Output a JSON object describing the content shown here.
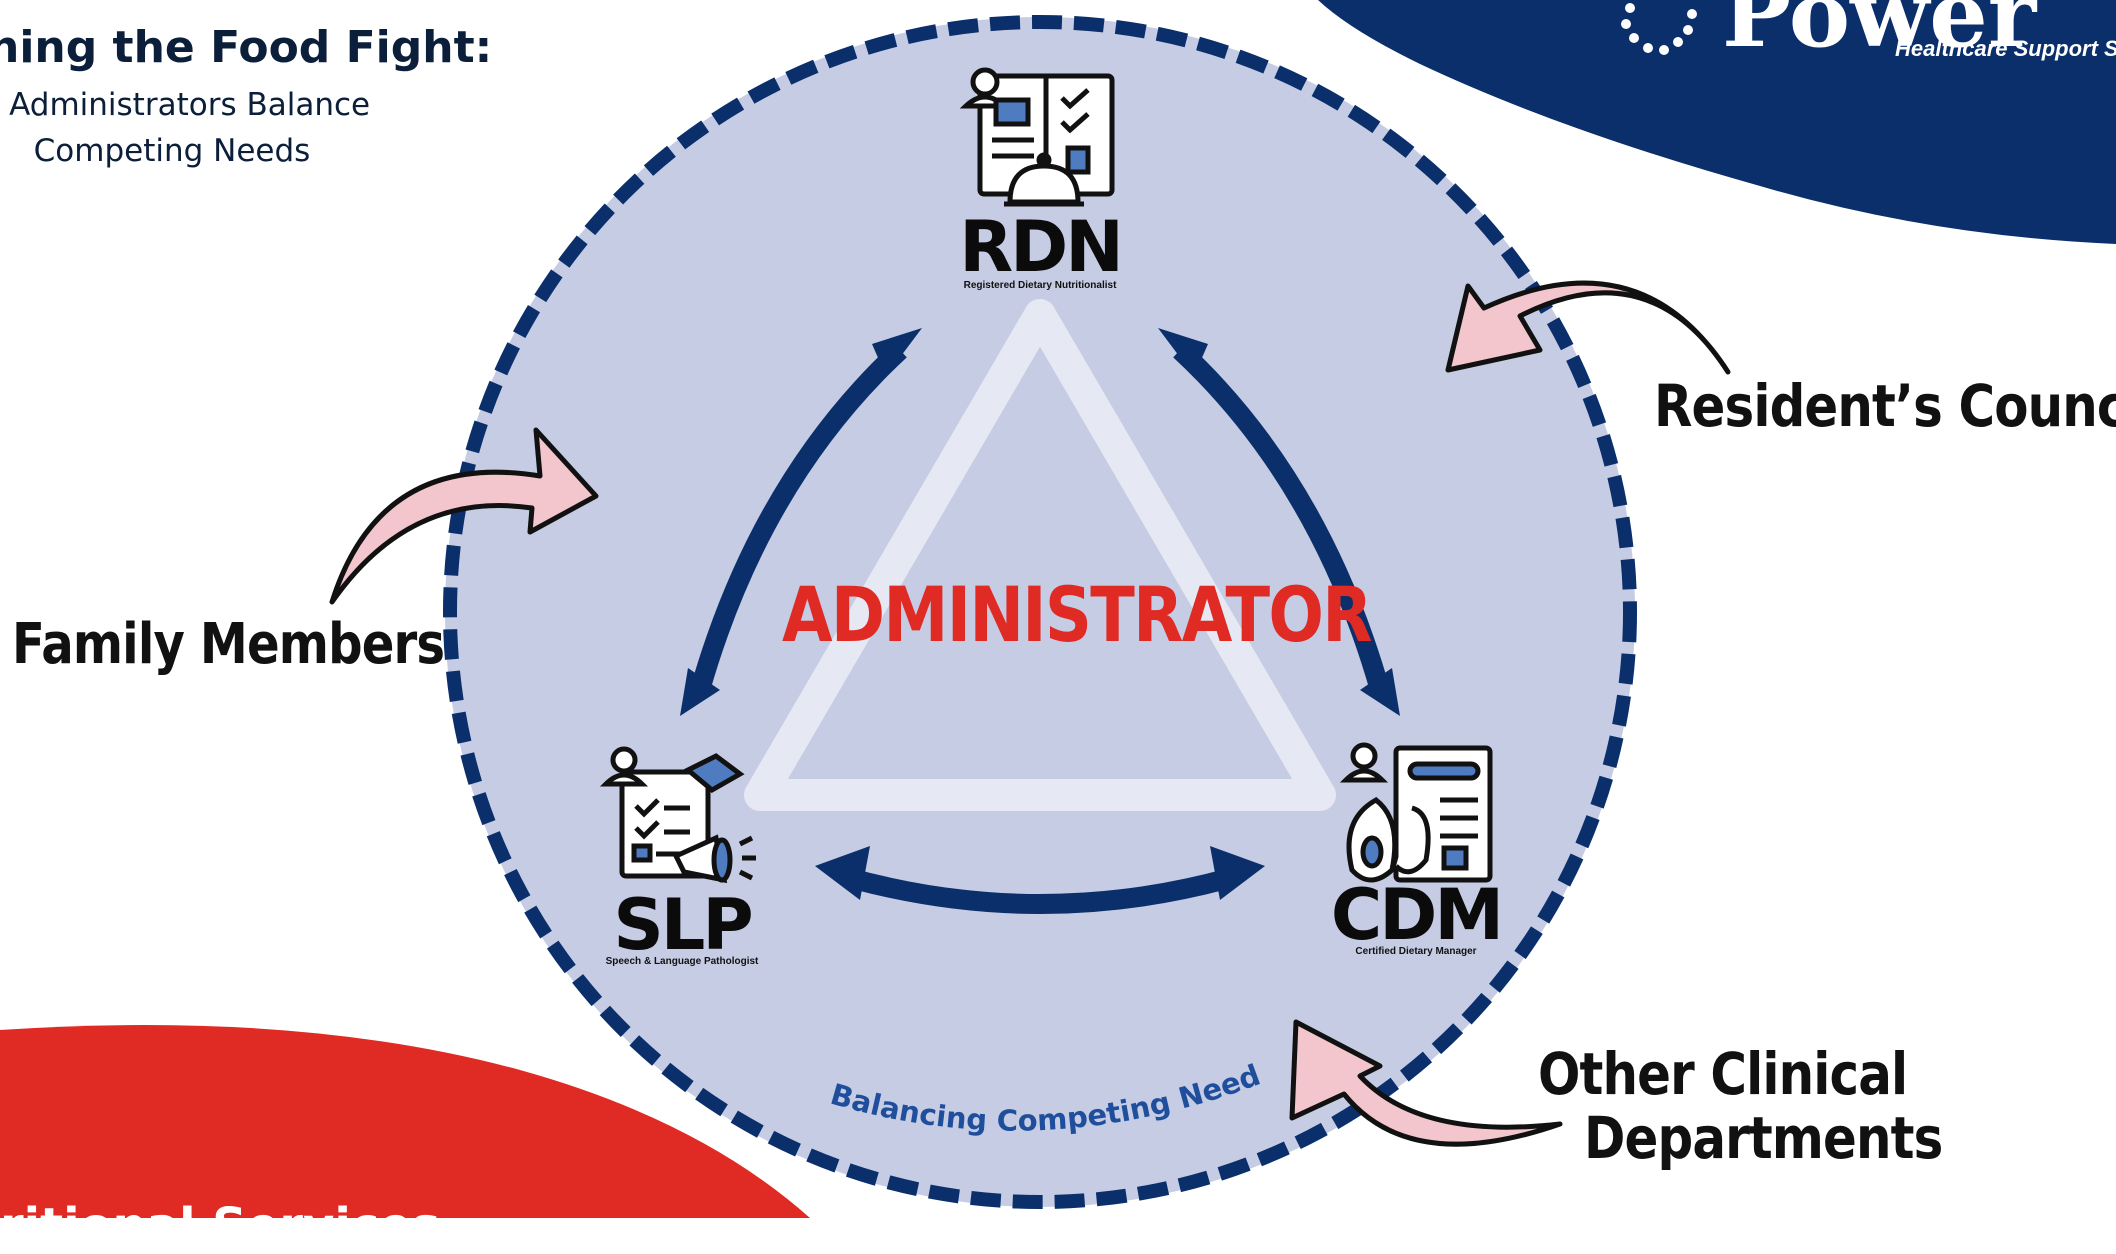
{
  "header": {
    "title": "ning the Food Fight:",
    "subtitle_line1": "w Administrators Balance",
    "subtitle_line2": "Competing Needs"
  },
  "logo": {
    "name": "Power",
    "tagline": "Healthcare Support S"
  },
  "center": {
    "label": "ADMINISTRATOR",
    "ring_caption": "Balancing Competing Needs"
  },
  "roles": {
    "rdn": {
      "abbr": "RDN",
      "full": "Registered Dietary Nutritionalist"
    },
    "slp": {
      "abbr": "SLP",
      "full": "Speech & Language Pathologist"
    },
    "cdm": {
      "abbr": "CDM",
      "full": "Certified Dietary Manager"
    }
  },
  "stakeholders": {
    "family": "Family Members",
    "resident": "Resident’s Council",
    "other_line1": "Other Clinical",
    "other_line2": "Departments"
  },
  "footer": {
    "cut_text": "ritional Services"
  },
  "colors": {
    "navy": "#0b2f6b",
    "circle_fill": "#c5cce3",
    "red": "#e02a24",
    "pink": "#f3c6ce",
    "white": "#ffffff"
  }
}
